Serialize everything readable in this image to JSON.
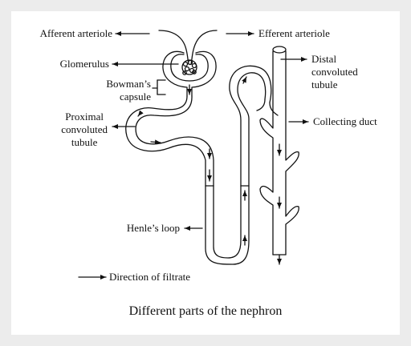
{
  "figure": {
    "caption": "Different parts of the nephron",
    "labels": {
      "afferent_arteriole": "Afferent arteriole",
      "efferent_arteriole": "Efferent arteriole",
      "glomerulus": "Glomerulus",
      "bowmans_capsule_line1": "Bowman’s",
      "bowmans_capsule_line2": "capsule",
      "distal_line1": "Distal",
      "distal_line2": "convoluted",
      "distal_line3": "tubule",
      "proximal_line1": "Proximal",
      "proximal_line2": "convoluted",
      "proximal_line3": "tubule",
      "collecting_duct": "Collecting duct",
      "henles_loop": "Henle’s loop",
      "legend_direction": "Direction of filtrate"
    }
  }
}
